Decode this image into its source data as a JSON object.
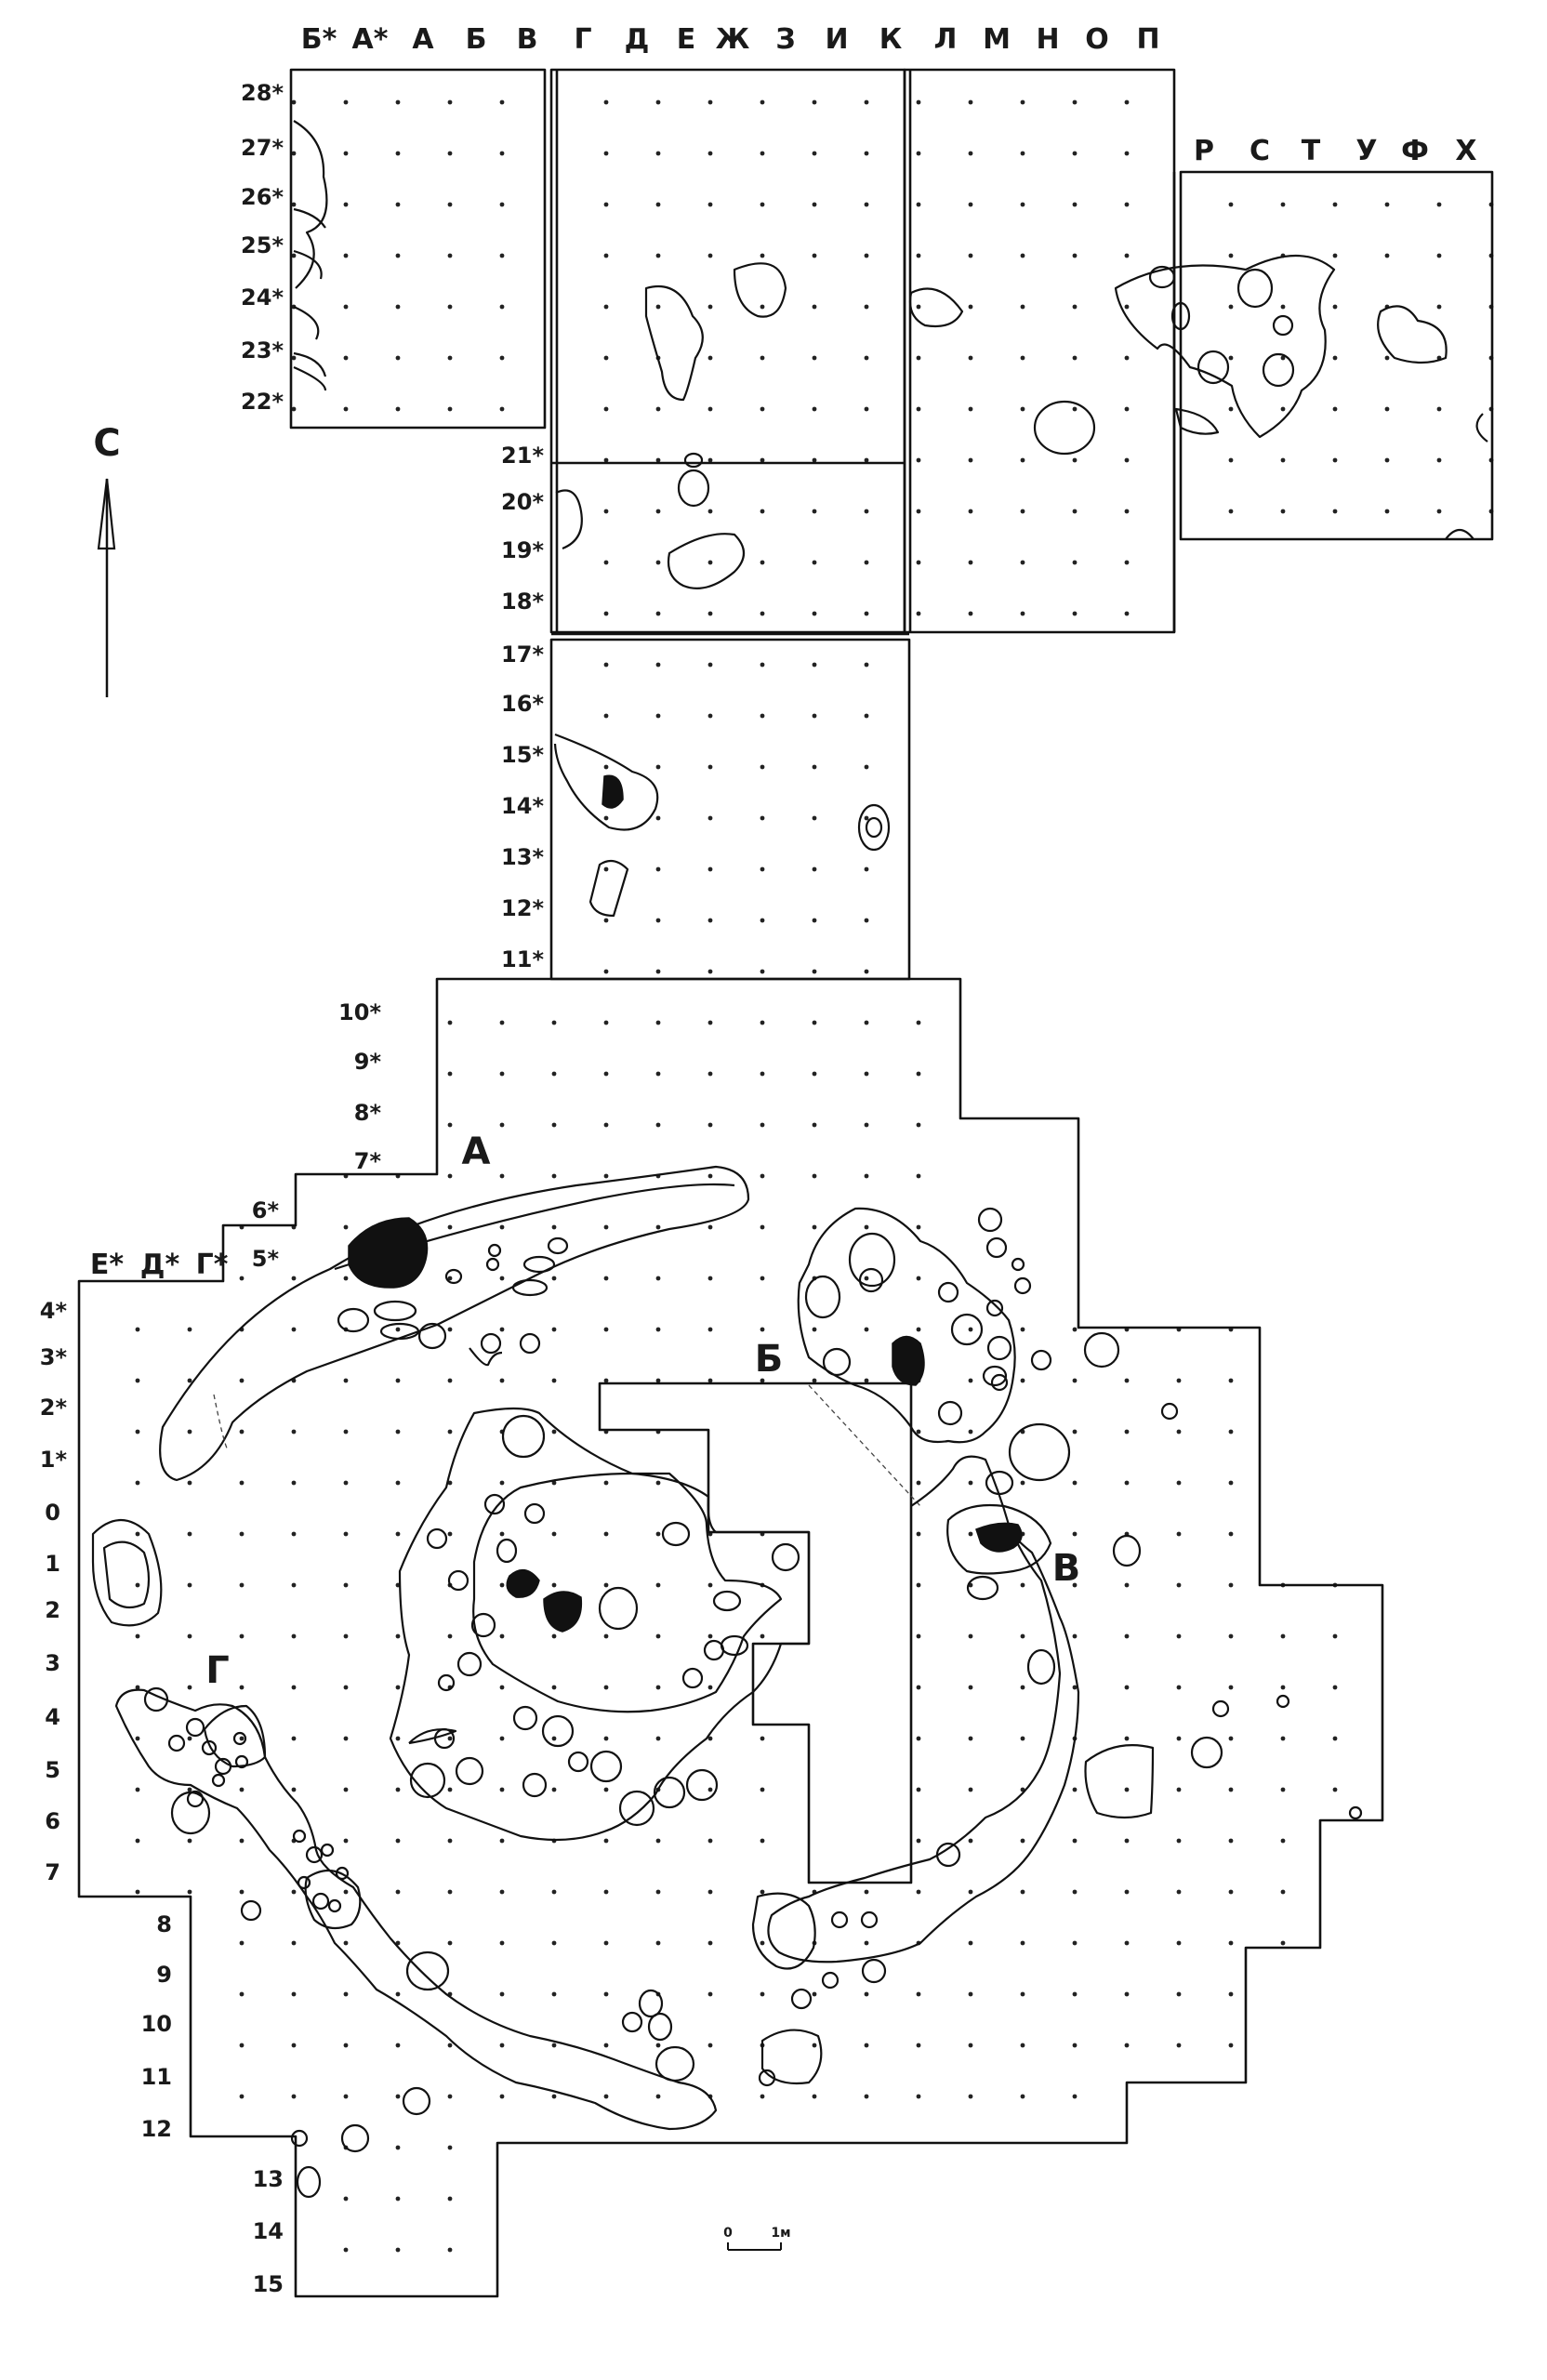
{
  "north_label": "С",
  "scale_label": {
    "zero": "0",
    "one": "1м"
  },
  "columns_top": [
    "Б*",
    "А*",
    "А",
    "Б",
    "В",
    "Г",
    "Д",
    "Е",
    "Ж",
    "З",
    "И",
    "К",
    "Л",
    "М",
    "Н",
    "О",
    "П"
  ],
  "columns_right": [
    "Р",
    "С",
    "Т",
    "У",
    "Ф",
    "Х"
  ],
  "columns_left": [
    "Е*",
    "Д*",
    "Г*"
  ],
  "rows_upper": [
    "28*",
    "27*",
    "26*",
    "25*",
    "24*",
    "23*",
    "22*"
  ],
  "rows_middle": [
    "21*",
    "20*",
    "19*",
    "18*",
    "17*",
    "16*",
    "15*",
    "14*",
    "13*",
    "12*",
    "11*",
    "10*",
    "9*",
    "8*",
    "7*",
    "6*",
    "5*"
  ],
  "rows_lower": [
    "4*",
    "3*",
    "2*",
    "1*",
    "0",
    "1",
    "2",
    "3",
    "4",
    "5",
    "6",
    "7"
  ],
  "rows_bottom": [
    "8",
    "9",
    "10",
    "11",
    "12",
    "13",
    "14",
    "15"
  ],
  "feature_labels": {
    "a": "А",
    "b": "Б",
    "v": "В",
    "g": "Г"
  },
  "colors": {
    "ink": "#111111",
    "background": "#ffffff"
  }
}
